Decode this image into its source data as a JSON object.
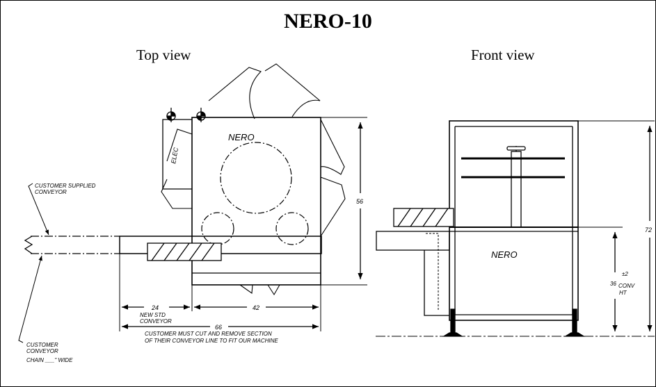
{
  "title": "NERO-10",
  "views": {
    "top": "Top view",
    "front": "Front view"
  },
  "labels": {
    "nero": "NERO",
    "elec": "ELEC",
    "customer_supplied": "CUSTOMER SUPPLIED",
    "conveyor": "CONVEYOR",
    "customer": "CUSTOMER",
    "chain": "CHAIN ___\" WIDE",
    "new_std": "NEW STD",
    "conveyor_std": "CONVEYOR",
    "must_cut": "CUSTOMER MUST CUT AND REMOVE SECTION",
    "of_their": "OF THEIR CONVEYOR LINE TO FIT OUR MACHINE",
    "conv": "CONV",
    "ht": "HT"
  },
  "dimensions": {
    "top_depth": "56",
    "width_24": "24",
    "width_42": "42",
    "total_66": "66",
    "height_72": "72",
    "conv_height": "36",
    "tolerance": "±2"
  }
}
